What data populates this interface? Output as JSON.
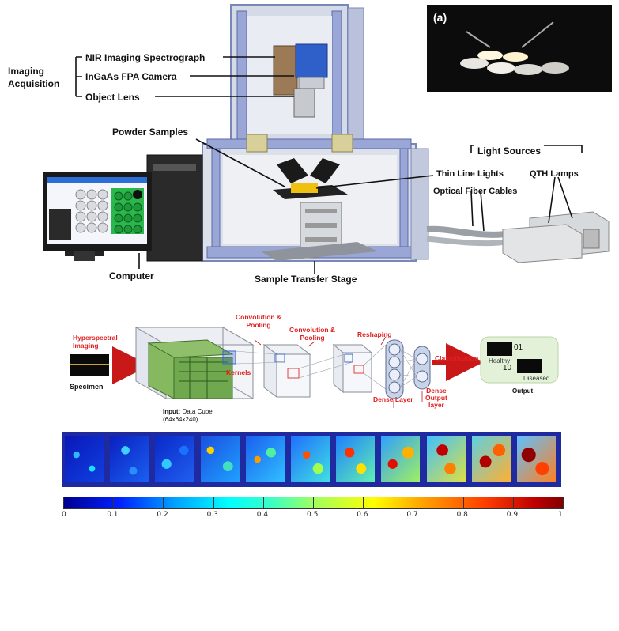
{
  "setup": {
    "imaging_acquisition": "Imaging\nAcquisition",
    "nir_spectrograph": "NIR Imaging Spectrograph",
    "camera": "InGaAs FPA Camera",
    "object_lens": "Object Lens",
    "powder_samples": "Powder Samples",
    "light_sources": "Light Sources",
    "thin_line_lights": "Thin Line Lights",
    "qth_lamps": "QTH Lamps",
    "optical_fiber": "Optical Fiber Cables",
    "computer": "Computer",
    "sample_stage": "Sample Transfer Stage",
    "inset_label": "(a)"
  },
  "cnn": {
    "hyperspectral": "Hyperspectral\nImaging",
    "specimen": "Specimen",
    "input_bold": "Input:",
    "input_rest": " Data Cube",
    "input_dims": "(64x64x240)",
    "kernels": "Kernels",
    "conv1": "Convolution &\nPooling",
    "conv2": "Convolution &\nPooling",
    "reshaping": "Reshaping",
    "dense_layer": "Dense Layer",
    "dense_output": "Dense\nOutput\nlayer",
    "classification": "Classification",
    "code_healthy": "01",
    "healthy": "Healthy",
    "code_diseased": "10",
    "diseased": "Diseased",
    "output": "Output"
  },
  "colorbar": {
    "ticks": [
      "0",
      "0.1",
      "0.2",
      "0.3",
      "0.4",
      "0.5",
      "0.6",
      "0.7",
      "0.8",
      "0.9",
      "1"
    ]
  },
  "heatmaps": {
    "count": 11
  },
  "colors": {
    "accent_red": "#e02020",
    "output_bg": "#e3f1d9",
    "strip_blue": "#1f2aa0"
  }
}
